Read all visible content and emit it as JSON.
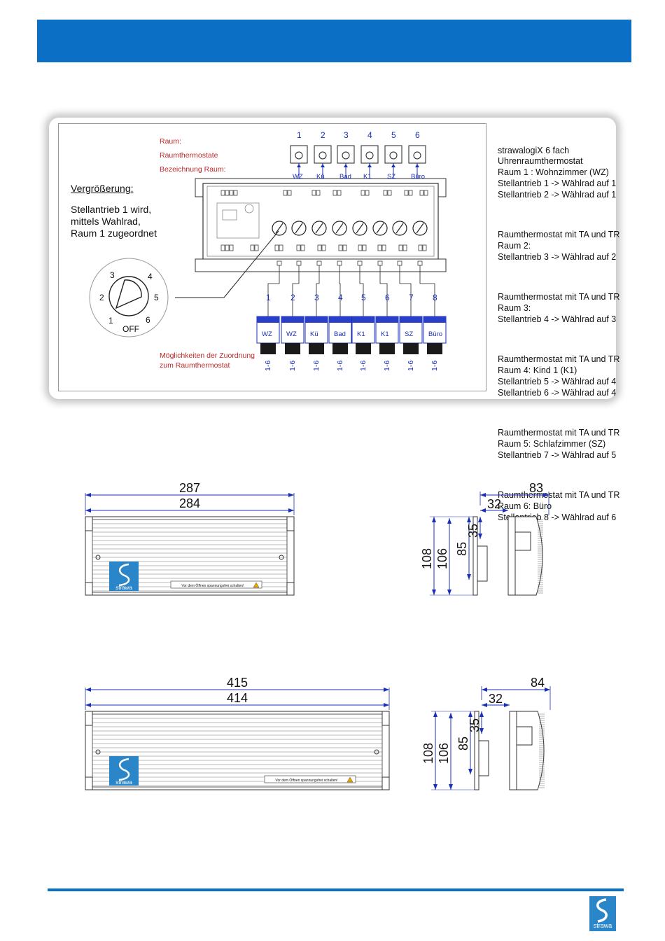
{
  "legend": {
    "raum": "Raum:",
    "raumthermostate": "Raumthermostate",
    "bezeichnung": "Bezeichnung Raum:"
  },
  "enlargement": {
    "title": "Vergrößerung:",
    "line1": "Stellantrieb 1 wird,",
    "line2": "mittels Wahlrad,",
    "line3": "Raum 1 zugeordnet"
  },
  "dial": {
    "numbers": [
      "1",
      "2",
      "3",
      "4",
      "5",
      "6"
    ],
    "off": "OFF"
  },
  "thermostats": {
    "numbers": [
      "1",
      "2",
      "3",
      "4",
      "5",
      "6"
    ],
    "rooms": [
      "WZ",
      "Kü",
      "Bad",
      "K1",
      "SZ",
      "Büro"
    ]
  },
  "actuators": {
    "numbers": [
      "1",
      "2",
      "3",
      "4",
      "5",
      "6",
      "7",
      "8"
    ],
    "rooms": [
      "WZ",
      "WZ",
      "Kü",
      "Bad",
      "K1",
      "K1",
      "SZ",
      "Büro"
    ],
    "range": "1-6"
  },
  "assignment_note": {
    "line1": "Möglichkeiten der Zuordnung",
    "line2": "zum Raumthermostat"
  },
  "right_text": {
    "group1": [
      "strawalogiX 6 fach",
      "Uhrenraumthermostat",
      "Raum 1 : Wohnzimmer (WZ)",
      "Stellantrieb 1 -> Wählrad auf 1",
      "Stellantrieb 2 -> Wählrad auf 1"
    ],
    "group2": [
      "Raumthermostat mit TA und TR",
      "Raum 2:",
      "Stellantrieb 3 -> Wählrad auf 2"
    ],
    "group3": [
      "Raumthermostat mit TA und TR",
      "Raum 3:",
      "Stellantrieb 4 -> Wählrad auf 3"
    ],
    "group4": [
      "Raumthermostat mit TA und TR",
      "Raum 4: Kind 1 (K1)",
      "Stellantrieb 5 -> Wählrad auf 4",
      "Stellantrieb 6 -> Wählrad auf 4"
    ],
    "group5": [
      "Raumthermostat mit TA und TR",
      "Raum 5: Schlafzimmer (SZ)",
      "Stellantrieb 7 -> Wählrad auf 5"
    ],
    "group6": [
      "Raumthermostat mit TA und TR",
      "Raum 6: Büro",
      "Stellantrieb 8 -> Wählrad auf 6"
    ]
  },
  "drawing1": {
    "width_outer": "287",
    "width_inner": "284",
    "depth": "83",
    "offset": "32",
    "rail": "35",
    "h1": "108",
    "h2": "106",
    "h3": "85",
    "warning": "Vor dem Öffnen spannungsfrei schalten!",
    "brand": "strawa"
  },
  "drawing2": {
    "width_outer": "415",
    "width_inner": "414",
    "depth": "84",
    "offset": "32",
    "rail": "35",
    "h1": "108",
    "h2": "106",
    "h3": "85",
    "warning": "Vor dem Öffnen spannungsfrei schalten!",
    "brand": "strawa"
  },
  "footer": {
    "brand": "strawa"
  },
  "colors": {
    "accent": "#0c6fc6",
    "dimension": "#1a2fb8",
    "note": "#c0282a"
  }
}
